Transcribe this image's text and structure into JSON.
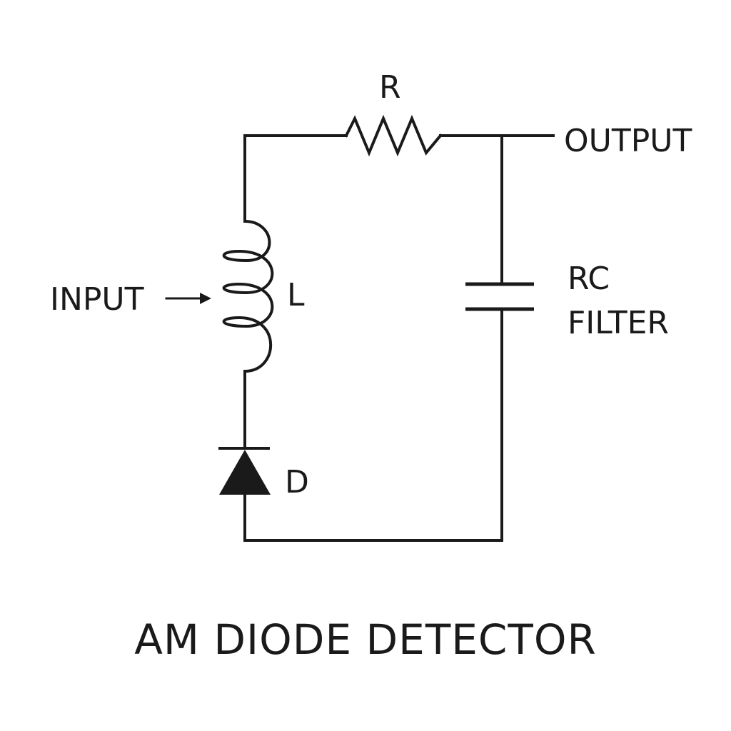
{
  "diagram": {
    "title": "AM DIODE DETECTOR",
    "labels": {
      "resistor": "R",
      "inductor": "L",
      "diode": "D",
      "input": "INPUT",
      "output": "OUTPUT",
      "filter_line1": "RC",
      "filter_line2": "FILTER"
    },
    "colors": {
      "stroke": "#1a1a1a",
      "background": "#ffffff"
    }
  }
}
